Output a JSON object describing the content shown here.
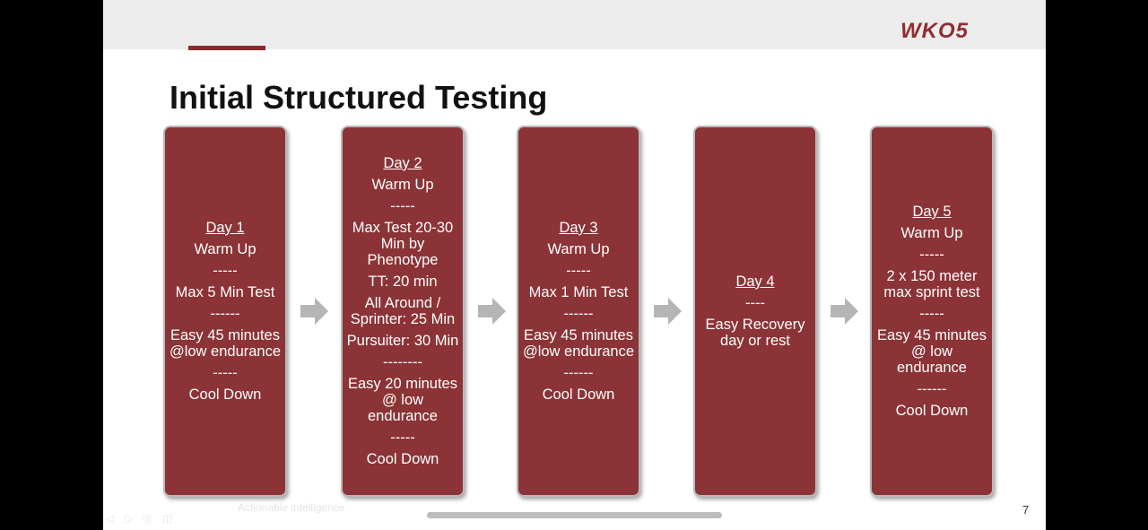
{
  "logo": "WKO5",
  "title": "Initial Structured Testing",
  "page_number": "7",
  "faded_text": "Actionable intelligence",
  "colors": {
    "card": "#8b3336",
    "arrow": "#b5b5b5",
    "accent": "#8b2a2a"
  },
  "days": [
    {
      "heading": "Day 1",
      "lines": [
        "Warm Up",
        "-----",
        "Max 5 Min Test",
        "------",
        "Easy 45 minutes @low endurance",
        "-----",
        "Cool Down"
      ]
    },
    {
      "heading": "Day 2",
      "lines": [
        "Warm Up",
        "-----",
        "Max Test 20-30 Min by Phenotype",
        "TT: 20 min",
        "All Around / Sprinter: 25 Min",
        "Pursuiter: 30 Min",
        "--------",
        "Easy 20 minutes @ low endurance",
        "-----",
        "Cool Down"
      ]
    },
    {
      "heading": "Day 3",
      "lines": [
        "Warm Up",
        "-----",
        "Max 1 Min Test",
        "------",
        "Easy 45 minutes @low endurance",
        "------",
        "Cool Down"
      ]
    },
    {
      "heading": "Day 4",
      "lines": [
        "----",
        "Easy Recovery day or rest"
      ]
    },
    {
      "heading": "Day 5",
      "lines": [
        "Warm Up",
        "-----",
        "2 x 150 meter max sprint test",
        "-----",
        "Easy 45 minutes @ low endurance",
        "------",
        "Cool Down"
      ]
    }
  ]
}
